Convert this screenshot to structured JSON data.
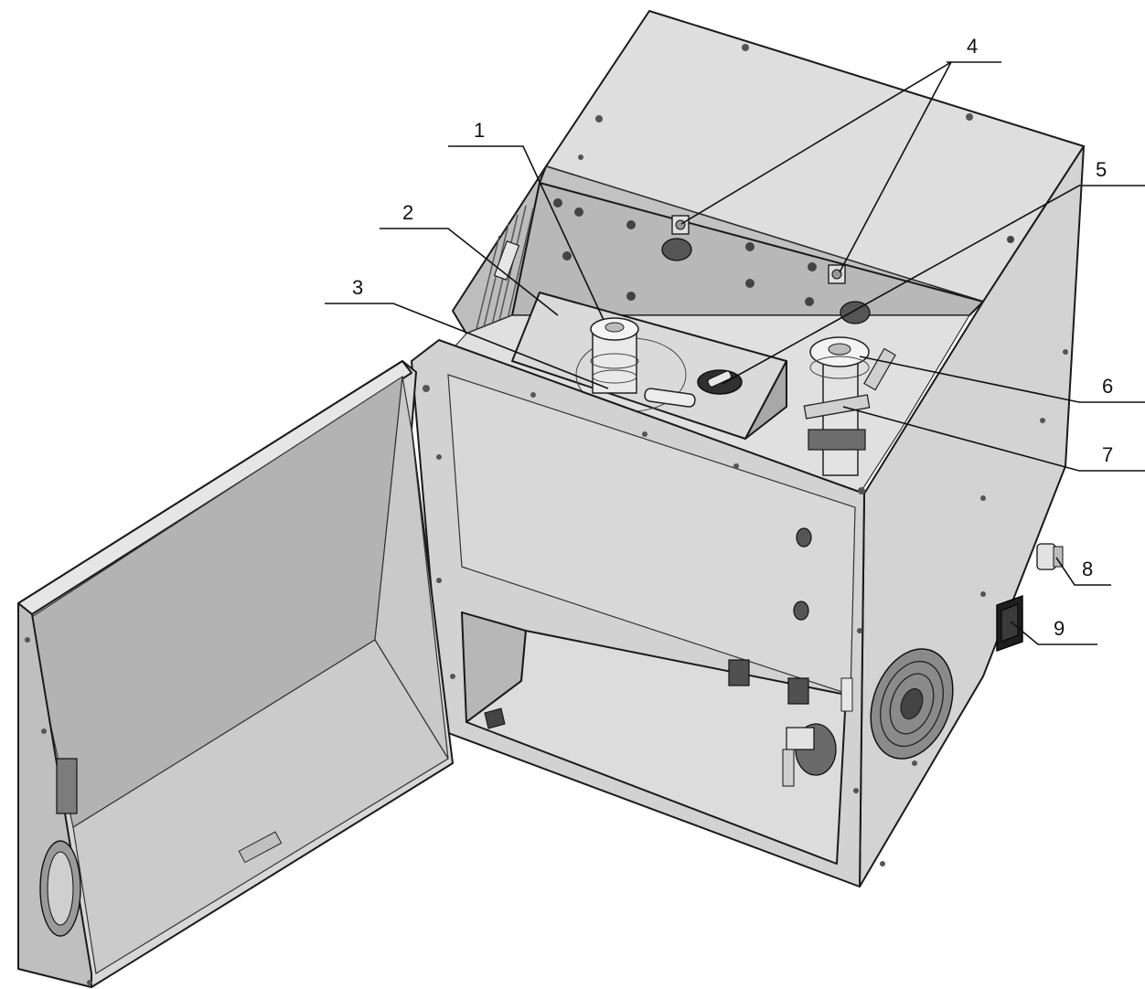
{
  "diagram": {
    "callouts": [
      {
        "id": "1",
        "label": "1"
      },
      {
        "id": "2",
        "label": "2"
      },
      {
        "id": "3",
        "label": "3"
      },
      {
        "id": "4",
        "label": "4"
      },
      {
        "id": "5",
        "label": "5"
      },
      {
        "id": "6",
        "label": "6"
      },
      {
        "id": "7",
        "label": "7"
      },
      {
        "id": "8",
        "label": "8"
      },
      {
        "id": "9",
        "label": "9"
      }
    ],
    "colors": {
      "panel_light": "#dcdcdc",
      "panel_mid": "#c8c8c8",
      "panel_dark": "#9a9a9a",
      "inner_shadow": "#b4b4b4",
      "outline": "#1a1a1a"
    }
  }
}
